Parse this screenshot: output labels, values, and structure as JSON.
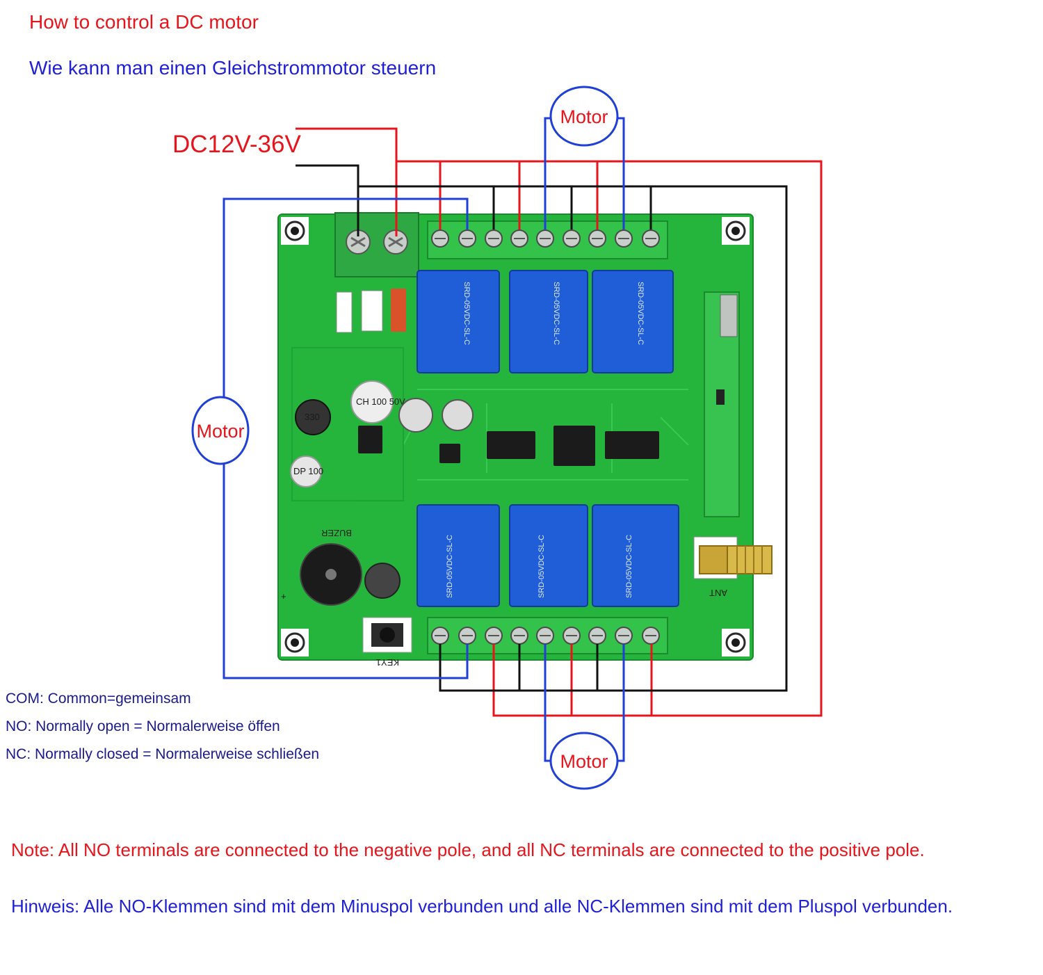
{
  "header": {
    "title_en": "How to control a DC motor",
    "title_de": "Wie kann man einen Gleichstrommotor steuern"
  },
  "supply": {
    "voltage_label": "DC12V-36V"
  },
  "motors": {
    "top_label": "Motor",
    "left_label": "Motor",
    "bottom_label": "Motor"
  },
  "board": {
    "buzzer_label": "BUZER",
    "antenna_label": "ANT",
    "key_label": "KEY1",
    "relay_model": "SRD-05VDC-SL-C",
    "cap_label_1": "CH 100 50V",
    "inductor_label": "330",
    "cap_label_2": "DP 100"
  },
  "legend": {
    "com": "COM: Common=gemeinsam",
    "no": "NO: Normally open = Normalerweise öffen",
    "nc": "NC: Normally closed = Normalerweise schließen"
  },
  "notes": {
    "en": "Note: All NO terminals are connected to the negative pole, and all NC terminals are connected to the positive pole.",
    "de": "Hinweis: Alle NO-Klemmen sind mit dem Minuspol verbunden und alle NC-Klemmen sind mit dem Pluspol verbunden."
  },
  "colors": {
    "positive_wire": "#e8141b",
    "negative_wire": "#111111",
    "motor_wire": "#1f3fd6",
    "pcb": "#22b83a",
    "relay": "#1f5ed6",
    "terminal": "#33c24a"
  }
}
